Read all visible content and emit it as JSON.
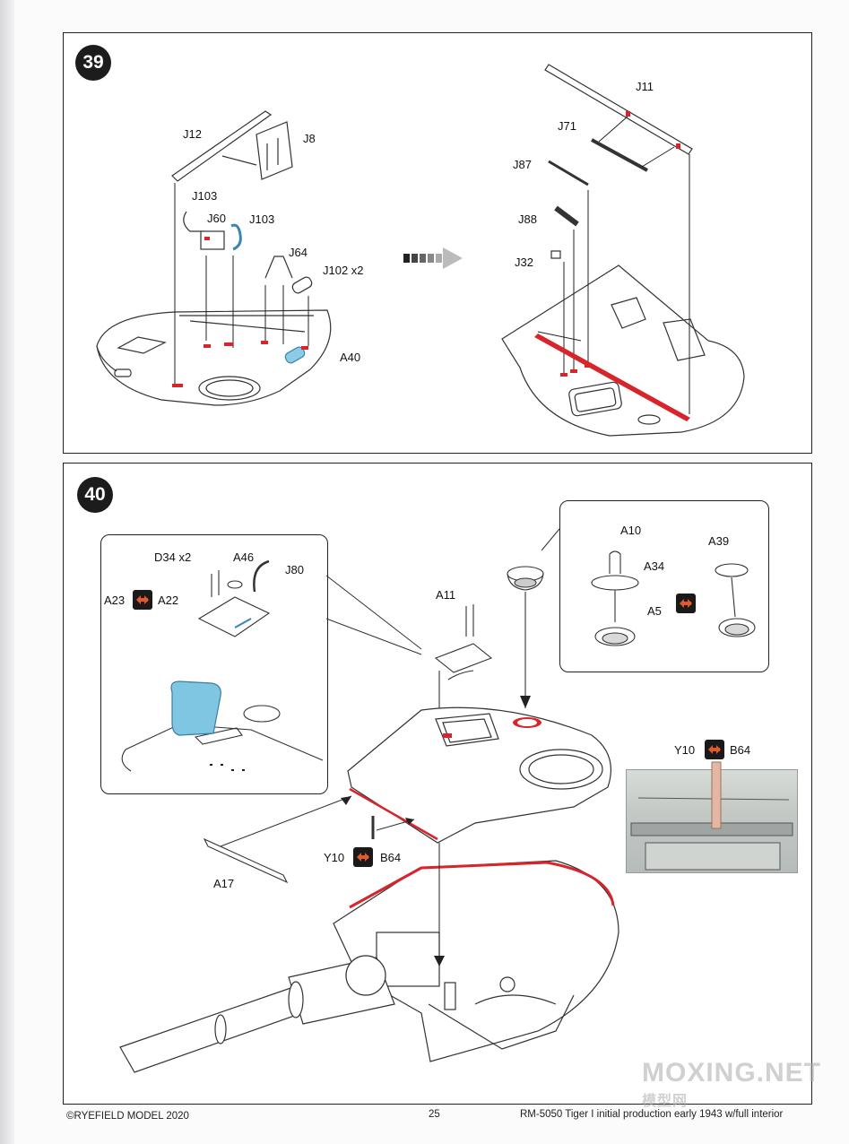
{
  "steps": [
    {
      "number": "39",
      "labels": {
        "j12": "J12",
        "j8": "J8",
        "j103a": "J103",
        "j60": "J60",
        "j103b": "J103",
        "j64": "J64",
        "j102": "J102  x2",
        "a40": "A40",
        "j11": "J11",
        "j71": "J71",
        "j87": "J87",
        "j88": "J88",
        "j32": "J32"
      }
    },
    {
      "number": "40",
      "labels": {
        "d34": "D34  x2",
        "a46": "A46",
        "j80": "J80",
        "a23": "A23",
        "a22": "A22",
        "a11": "A11",
        "a10": "A10",
        "a34": "A34",
        "a39": "A39",
        "a5": "A5",
        "y10a": "Y10",
        "b64a": "B64",
        "y10b": "Y10",
        "b64b": "B64",
        "a17": "A17"
      }
    }
  ],
  "footer": {
    "copyright": "©RYEFIELD MODEL 2020",
    "page_number": "25",
    "product": "RM-5050 Tiger I initial production early 1943 w/full interior"
  },
  "watermark": {
    "main": "MOXING.NET",
    "sub": "模型网"
  },
  "colors": {
    "part_highlight": "#d8242b",
    "new_part": "#7fc6e3",
    "swap_icon": "#e25a2a"
  }
}
